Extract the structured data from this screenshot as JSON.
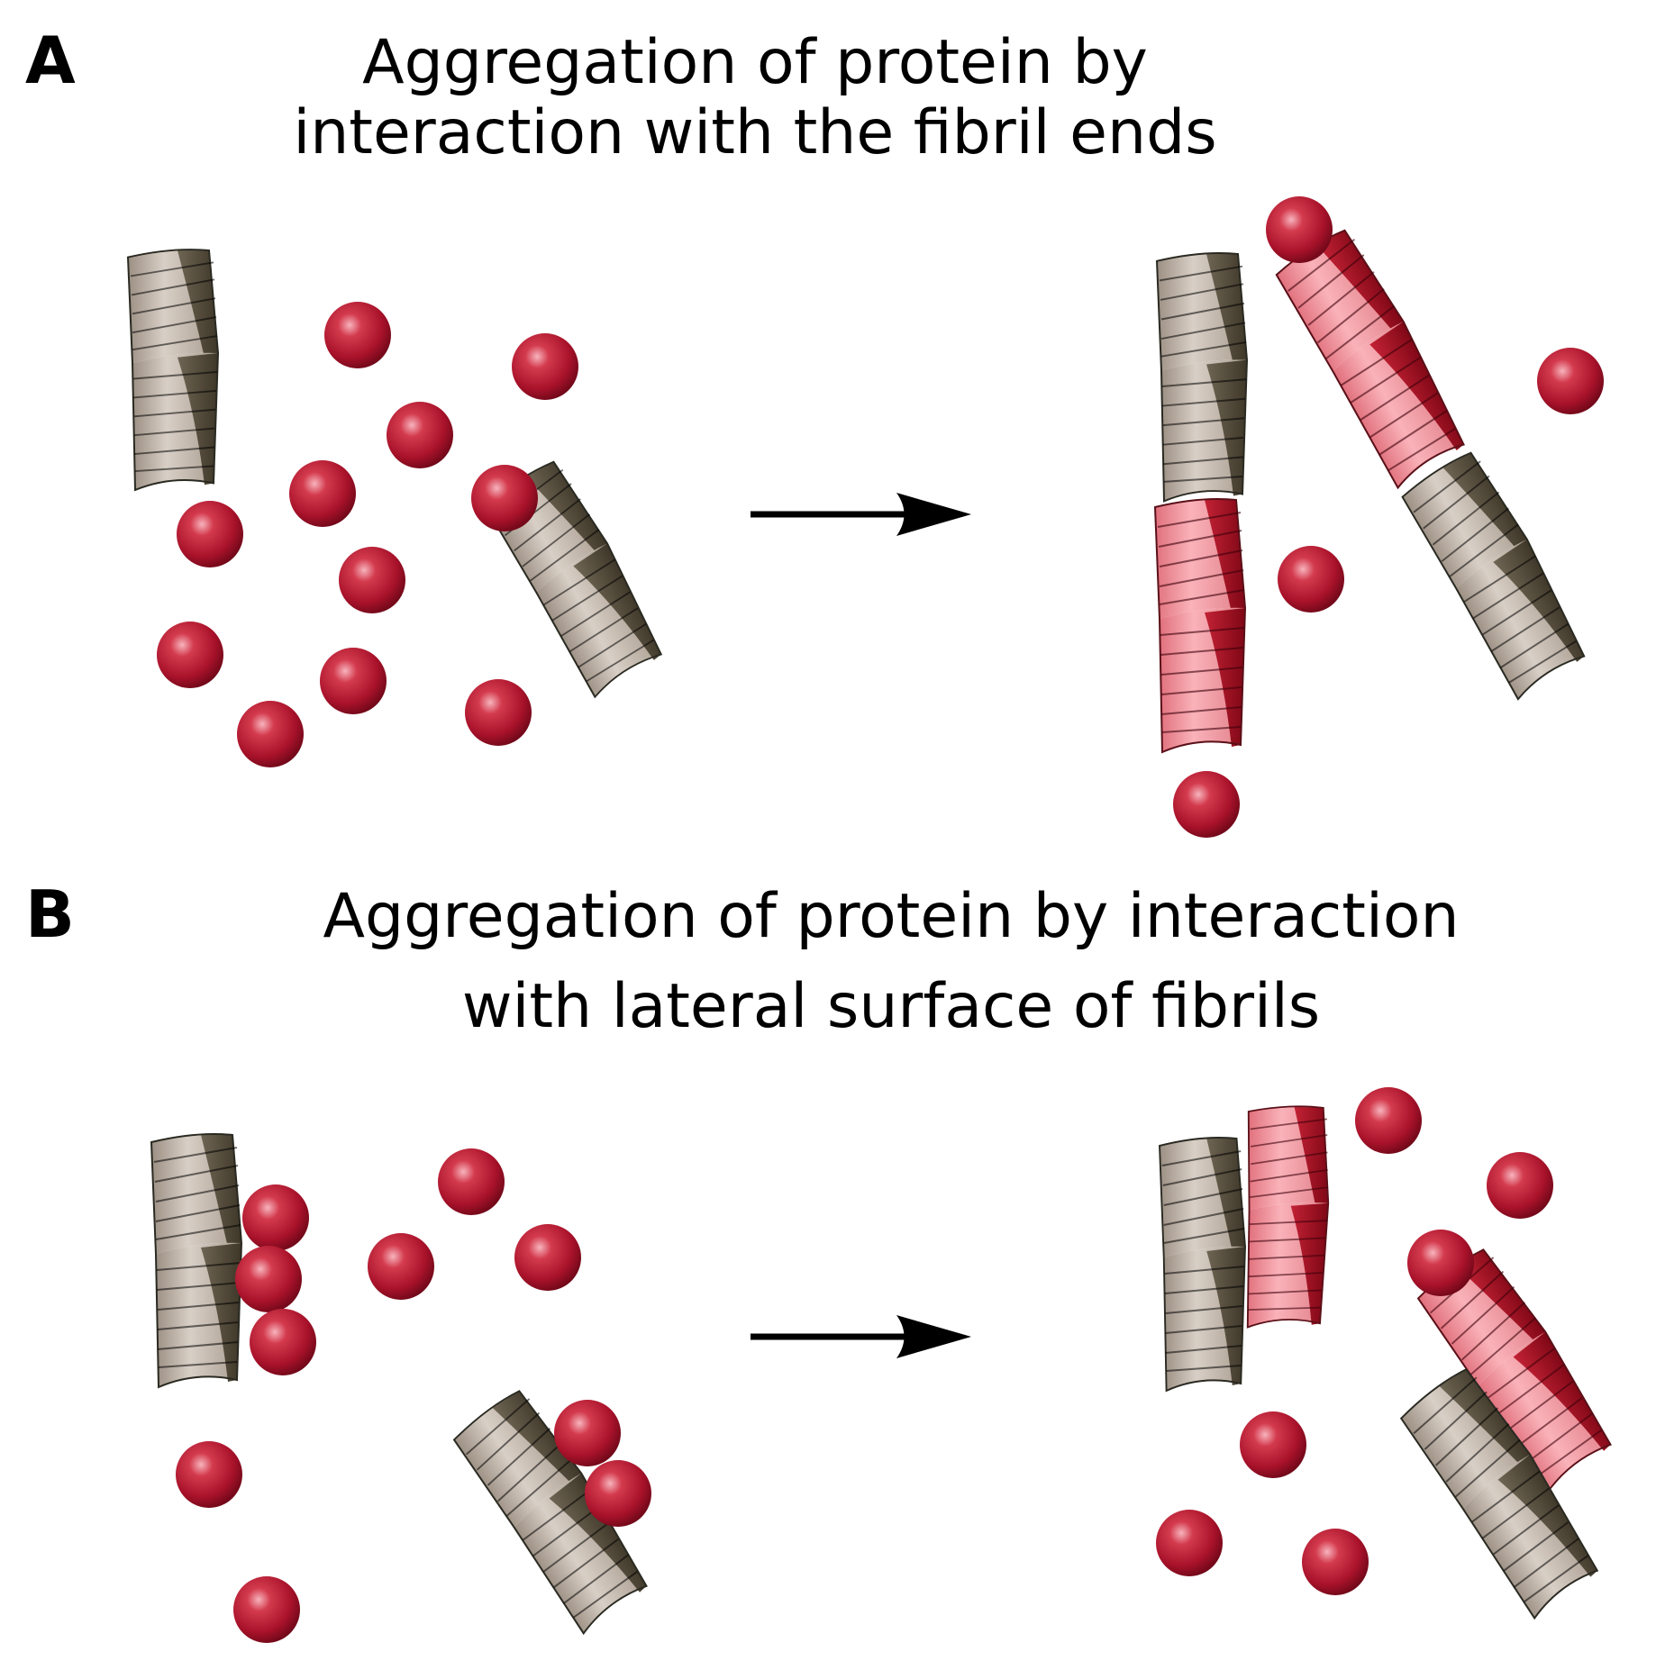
{
  "panels": [
    {
      "letter": "A",
      "title_lines": [
        "Aggregation of protein by",
        "interaction with the fibril ends"
      ]
    },
    {
      "letter": "B",
      "title_lines": [
        "Aggregation of protein by interaction",
        "with lateral surface of fibrils"
      ]
    }
  ],
  "colors": {
    "background": "#ffffff",
    "fibril_light": "#c8bcb2",
    "fibril_dark": "#4e4536",
    "new_fibril_light": "#f4a0a8",
    "new_fibril_dark": "#a3101e",
    "protein_sphere": "#b3162a",
    "arrow": "#000000"
  },
  "icons": [
    "fibril-icon",
    "new-fibril-icon",
    "protein-sphere-icon",
    "arrow-icon"
  ]
}
